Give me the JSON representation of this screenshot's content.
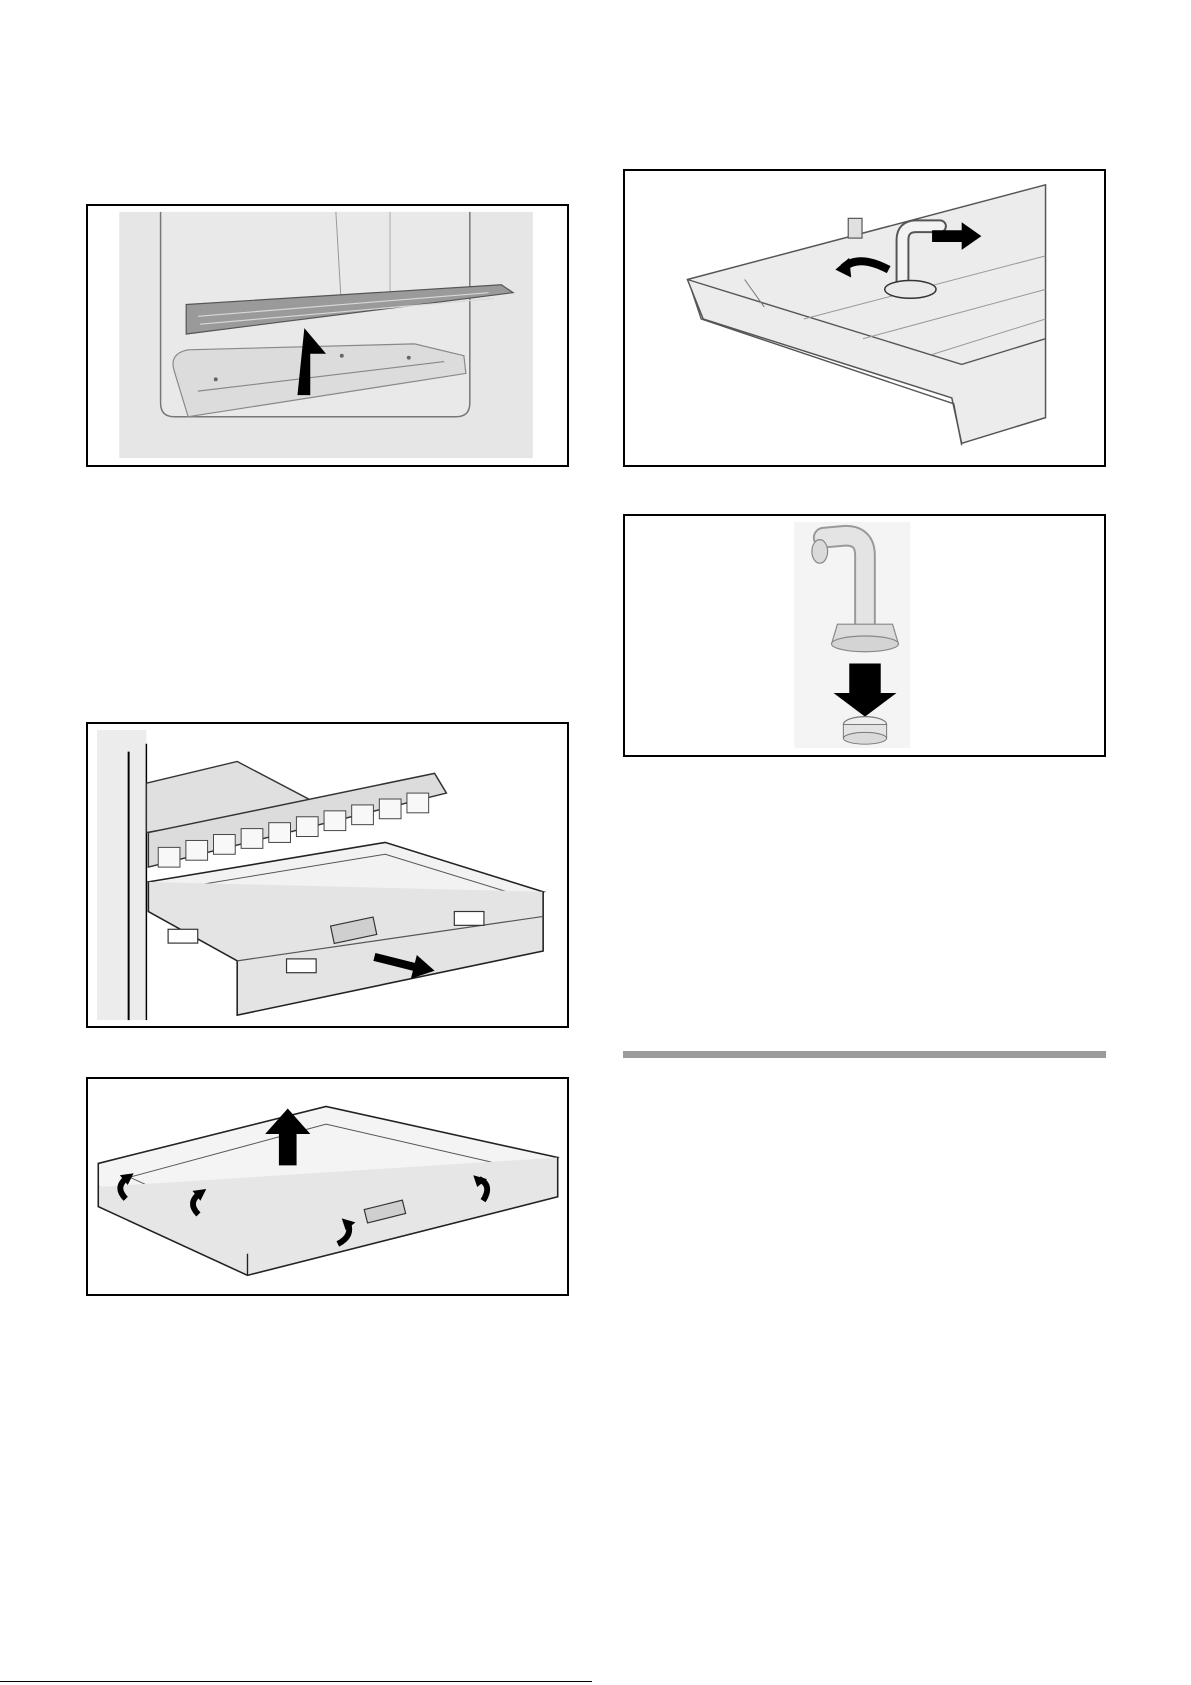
{
  "page": {
    "background": "#ffffff",
    "frame_color": "#000000",
    "divider_color": "#9b9b9b"
  },
  "illustrations": [
    {
      "id": "fig-1",
      "icon": "shelf-lift-up-illustration"
    },
    {
      "id": "fig-2",
      "icon": "drain-pipe-remove-illustration"
    },
    {
      "id": "fig-3",
      "icon": "filter-detach-illustration"
    },
    {
      "id": "fig-4",
      "icon": "crisper-drawer-pull-out-illustration"
    },
    {
      "id": "fig-5",
      "icon": "drawer-cover-unclip-illustration"
    }
  ]
}
